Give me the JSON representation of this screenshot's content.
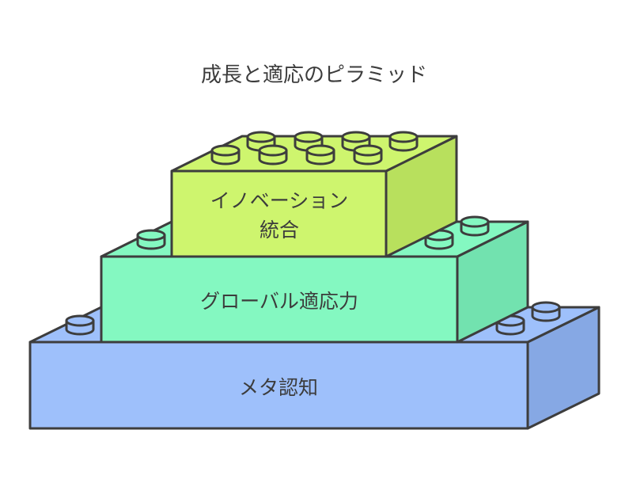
{
  "title": "成長と適応のピラミッド",
  "colors": {
    "stroke": "#3d3d3d",
    "text": "#3c3c3c",
    "bottom_front": "#9ec0fb",
    "bottom_side": "#86a8e4",
    "middle_front": "#84f8c1",
    "middle_side": "#72e2af",
    "top_front": "#cef56e",
    "top_side": "#b8e05d"
  },
  "layers": [
    {
      "level": "bottom",
      "lines": [
        "メタ認知"
      ]
    },
    {
      "level": "middle",
      "lines": [
        "グローバル適応力"
      ]
    },
    {
      "level": "top",
      "lines": [
        "イノベーション",
        "統合"
      ]
    }
  ]
}
